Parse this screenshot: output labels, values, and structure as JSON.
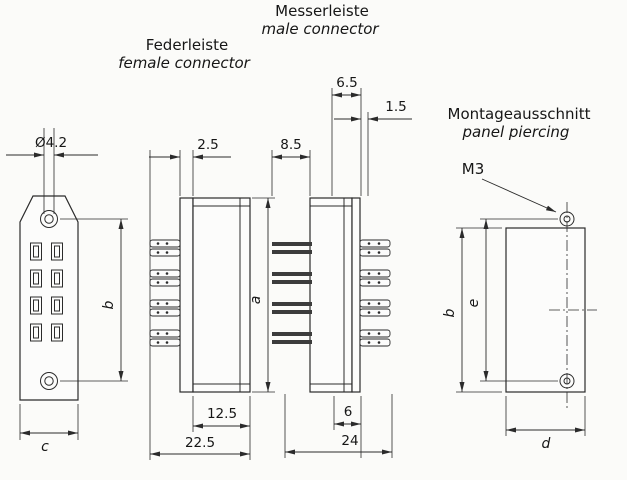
{
  "drawing": {
    "background": "#fbfbf9",
    "line_color": "#2b2b2b"
  },
  "labels": {
    "male_de": "Messerleiste",
    "male_en": "male connector",
    "female_de": "Federleiste",
    "female_en": "female connector",
    "panel_de": "Montageausschnitt",
    "panel_en": "panel piercing",
    "thread": "M3"
  },
  "dims": {
    "hole_dia": "Ø4.2",
    "flange_thickness": "2.5",
    "male_front_depth": "8.5",
    "blade_pitch": "6.5",
    "blade_offset": "1.5",
    "female_body_depth": "12.5",
    "female_total_depth": "22.5",
    "male_rear_depth": "6",
    "male_total_depth": "24",
    "a": "a",
    "b": "b",
    "c": "c",
    "d": "d",
    "e": "e"
  }
}
